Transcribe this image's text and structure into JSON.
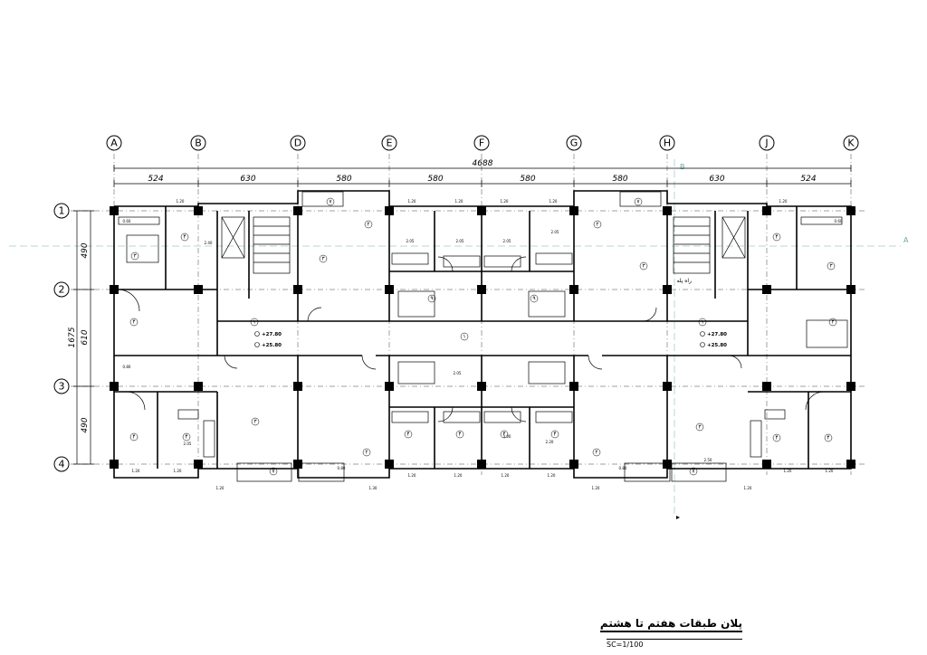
{
  "drawing": {
    "title": "پلان طبقات هفتم تا هشتم",
    "scale": "SC=1/100",
    "overall_dimension": "4688",
    "bay_dimensions": [
      "524",
      "630",
      "580",
      "580",
      "580",
      "580",
      "630",
      "524"
    ],
    "left_dimensions": {
      "row_1_2": "490",
      "row_2_3_total": "1675",
      "row_2_3": "610",
      "row_3_4": "490"
    },
    "column_axes": [
      "A",
      "B",
      "D",
      "E",
      "F",
      "G",
      "H",
      "J",
      "K"
    ],
    "row_axes": [
      "1",
      "2",
      "3",
      "4"
    ],
    "section_marks": {
      "a": "A",
      "b": "B"
    },
    "levels": {
      "left": [
        "+27.80",
        "+25.80"
      ],
      "right": [
        "+27.80",
        "+25.80"
      ]
    },
    "stair_label": "راه پله",
    "room_numbers": [
      "۱",
      "۲",
      "۳",
      "۴",
      "۵",
      "۶",
      "۷",
      "۸",
      "۹"
    ],
    "small_dims": [
      "1.20",
      "1.30",
      "2.40",
      "0.60",
      "2.50",
      "2.20",
      "2.05",
      "3.00",
      "0.80"
    ]
  }
}
